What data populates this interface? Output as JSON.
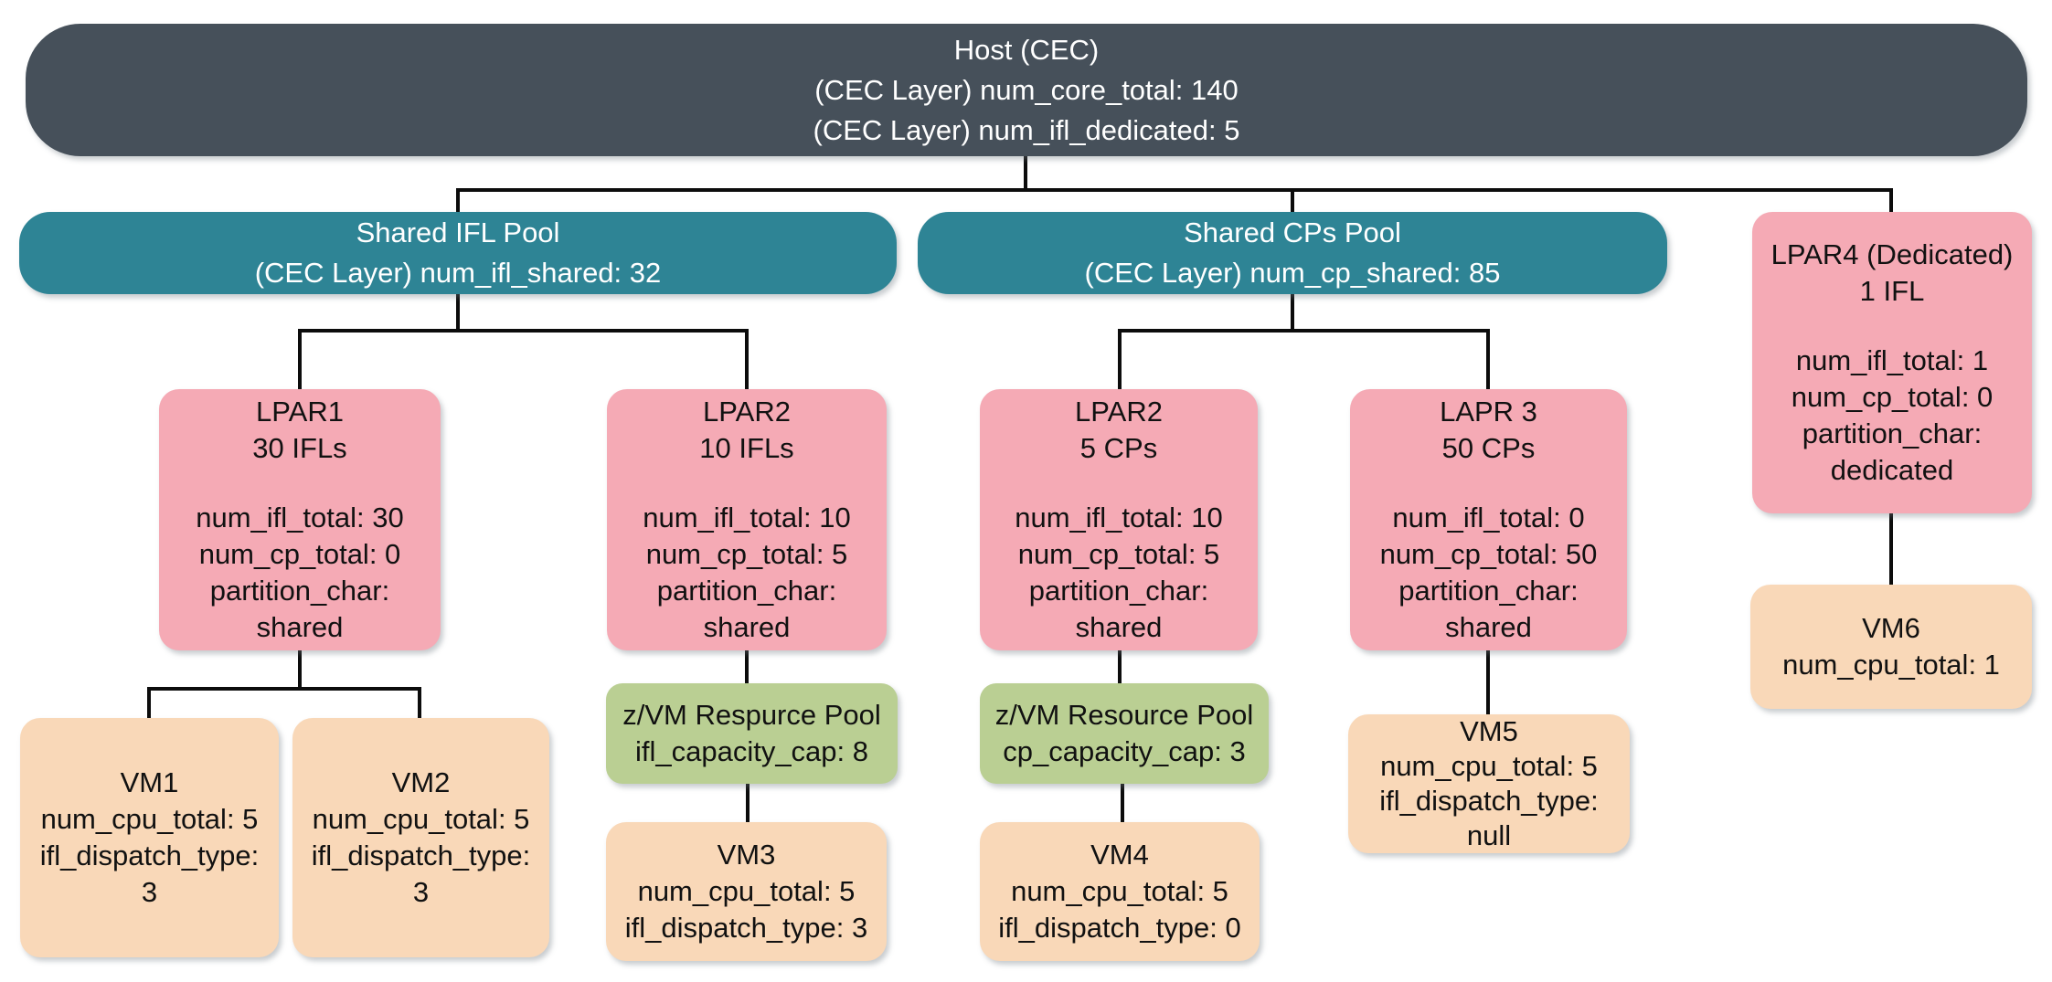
{
  "colors": {
    "host": "#46505A",
    "pool": "#2E8495",
    "lpar": "#F5AAB5",
    "resource_pool": "#BACF93",
    "vm": "#F9D8B8",
    "line": "#0C0C0C",
    "text_on_dark": "#FFFFFF",
    "text_on_light": "#111111"
  },
  "nodes": {
    "host": {
      "lines": [
        "Host (CEC)",
        "(CEC Layer) num_core_total: 140",
        "(CEC Layer) num_ifl_dedicated: 5"
      ]
    },
    "shared_ifl_pool": {
      "lines": [
        "Shared IFL Pool",
        "(CEC Layer) num_ifl_shared: 32"
      ]
    },
    "shared_cps_pool": {
      "lines": [
        "Shared CPs Pool",
        "(CEC Layer) num_cp_shared: 85"
      ]
    },
    "lpar1": {
      "title_lines": [
        "LPAR1",
        "30 IFLs"
      ],
      "attr_lines": [
        "num_ifl_total: 30",
        "num_cp_total: 0",
        "partition_char:",
        "shared"
      ]
    },
    "lpar2_ifl": {
      "title_lines": [
        "LPAR2",
        "10 IFLs"
      ],
      "attr_lines": [
        "num_ifl_total: 10",
        "num_cp_total: 5",
        "partition_char:",
        "shared"
      ]
    },
    "lpar2_cp": {
      "title_lines": [
        "LPAR2",
        "5 CPs"
      ],
      "attr_lines": [
        "num_ifl_total: 10",
        "num_cp_total: 5",
        "partition_char:",
        "shared"
      ]
    },
    "lapr3": {
      "title_lines": [
        "LAPR 3",
        "50 CPs"
      ],
      "attr_lines": [
        "num_ifl_total: 0",
        "num_cp_total: 50",
        "partition_char:",
        "shared"
      ]
    },
    "lpar4": {
      "title_lines": [
        "LPAR4 (Dedicated)",
        "1 IFL"
      ],
      "attr_lines": [
        "num_ifl_total: 1",
        "num_cp_total: 0",
        "partition_char:",
        "dedicated"
      ]
    },
    "zvm_pool_ifl": {
      "lines": [
        "z/VM Respurce Pool",
        "ifl_capacity_cap: 8"
      ]
    },
    "zvm_pool_cp": {
      "lines": [
        "z/VM Resource Pool",
        "cp_capacity_cap: 3"
      ]
    },
    "vm1": {
      "lines": [
        "VM1",
        "num_cpu_total: 5",
        "ifl_dispatch_type:",
        "3"
      ]
    },
    "vm2": {
      "lines": [
        "VM2",
        "num_cpu_total: 5",
        "ifl_dispatch_type:",
        "3"
      ]
    },
    "vm3": {
      "lines": [
        "VM3",
        "num_cpu_total: 5",
        "ifl_dispatch_type: 3"
      ]
    },
    "vm4": {
      "lines": [
        "VM4",
        "num_cpu_total: 5",
        "ifl_dispatch_type: 0"
      ]
    },
    "vm5": {
      "lines": [
        "VM5",
        "num_cpu_total: 5",
        "ifl_dispatch_type:",
        "null"
      ]
    },
    "vm6": {
      "lines": [
        "VM6",
        "num_cpu_total: 1"
      ]
    }
  }
}
